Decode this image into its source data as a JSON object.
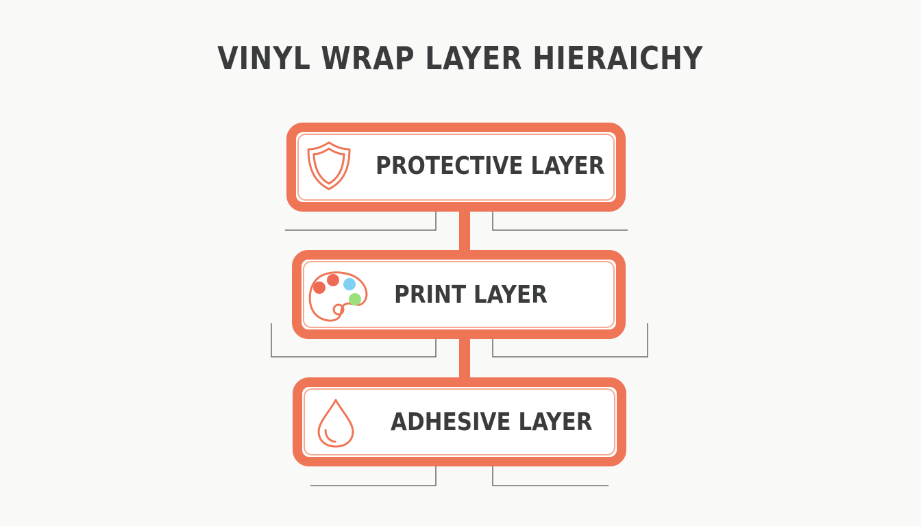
{
  "title": "VINYL WRAP LAYER HIERAICHY",
  "layers": [
    {
      "label": "PROTECTIVE LAYER",
      "icon": "shield-icon"
    },
    {
      "label": "PRINT LAYER",
      "icon": "palette-icon"
    },
    {
      "label": "ADHESIVE LAYER",
      "icon": "droplet-icon"
    }
  ],
  "colors": {
    "accent": "#ef7557",
    "text": "#3a3b3c",
    "background": "#f9f9f8",
    "guide_lines": "#555555",
    "palette_red": "#ef6a55",
    "palette_blue": "#7fd0f2",
    "palette_green": "#9be07a"
  }
}
